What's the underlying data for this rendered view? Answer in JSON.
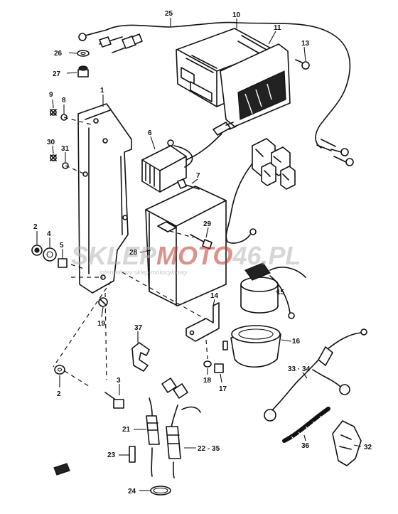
{
  "labels": {
    "l1": "1",
    "l2a": "2",
    "l2b": "2",
    "l3": "3",
    "l4": "4",
    "l5": "5",
    "l6": "6",
    "l7": "7",
    "l8": "8",
    "l9": "9",
    "l10": "10",
    "l11": "11",
    "l13": "13",
    "l14": "14",
    "l15": "15",
    "l16": "16",
    "l17": "17",
    "l18": "18",
    "l19": "19",
    "l21": "21",
    "l22": "22 - 35",
    "l23": "23",
    "l24": "24",
    "l25": "25",
    "l26": "26",
    "l27": "27",
    "l28": "28",
    "l29": "29",
    "l30": "30",
    "l31": "31",
    "l32": "32",
    "l33": "33 · 34",
    "l36": "36",
    "l37": "37"
  },
  "watermark": {
    "brand_a": "SKLEP",
    "brand_b": "MOTO",
    "brand_c": "46",
    "brand_d": ".PL",
    "tagline": "internetowy sklep motocyklowy"
  },
  "colors": {
    "line": "#111111",
    "watermark_grey": "#b5b5b5",
    "watermark_red": "#c0392b"
  }
}
